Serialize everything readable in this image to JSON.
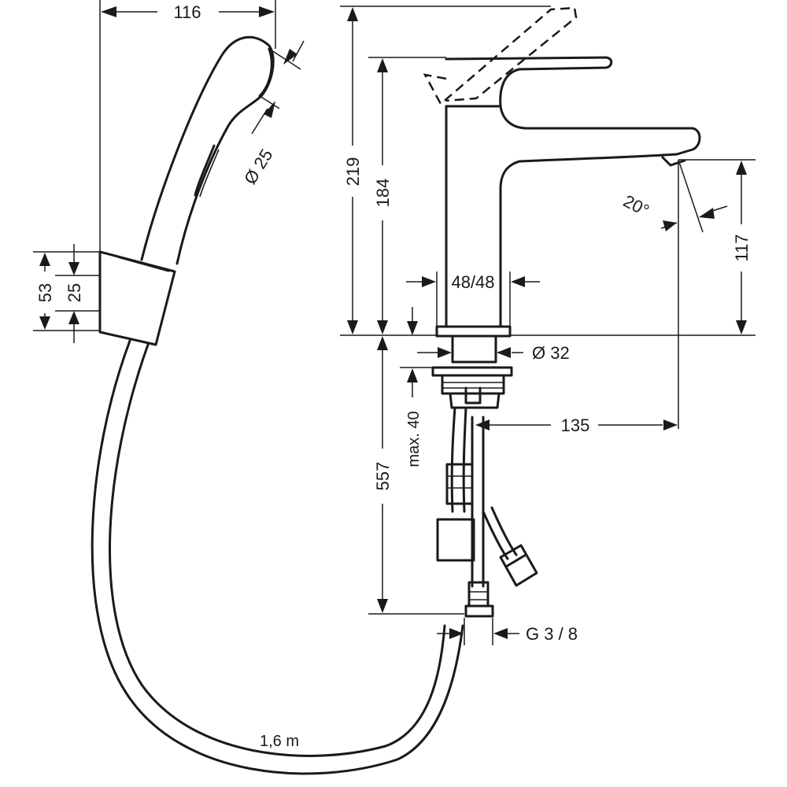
{
  "dimensions": {
    "width_116": "116",
    "spray_dia": "Ø 25",
    "holder_53": "53",
    "holder_25": "25",
    "height_219": "219",
    "height_184": "184",
    "spout_117": "117",
    "angle_20": "20°",
    "base_48": "48/48",
    "hole_32": "Ø 32",
    "reach_135": "135",
    "max_40": "max. 40",
    "length_557": "557",
    "thread_g38": "G 3 / 8",
    "hose_length": "1,6 m"
  }
}
